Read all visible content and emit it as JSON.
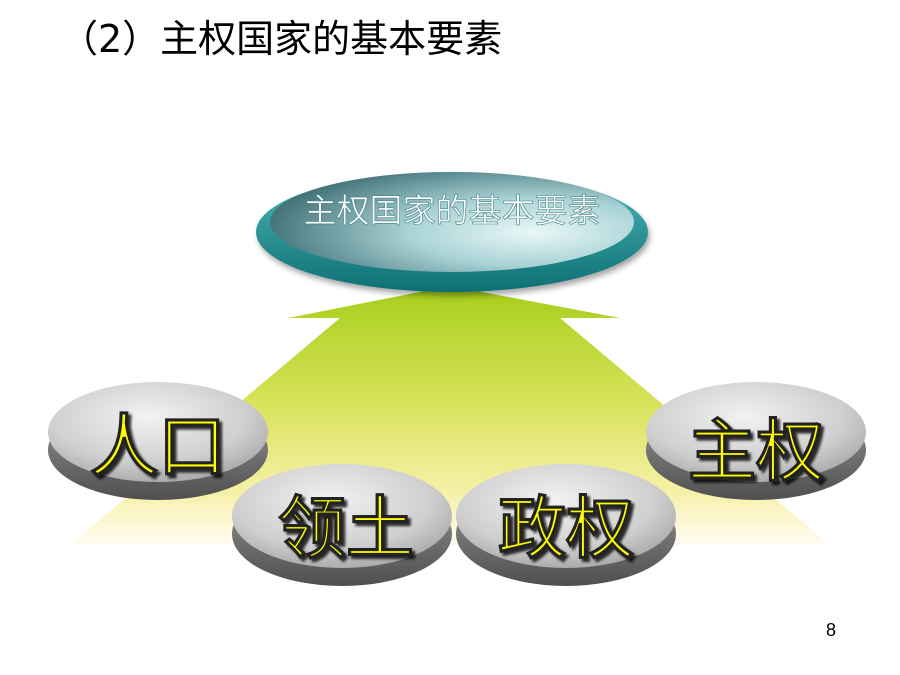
{
  "slide": {
    "title": "（2）主权国家的基本要素",
    "page_number": "8"
  },
  "diagram": {
    "center": {
      "label": "主权国家的基本要素",
      "color_light": "#d6eef0",
      "color_dark": "#1e8f92"
    },
    "elements": [
      {
        "id": "population",
        "label": "人口"
      },
      {
        "id": "territory",
        "label": "领土"
      },
      {
        "id": "government",
        "label": "政权"
      },
      {
        "id": "sovereignty",
        "label": "主权"
      }
    ],
    "colors": {
      "label_yellow": "#ffff00",
      "arrow_green": "#a6cd1a",
      "arrow_fade": "#fff7d8",
      "disc_light": "#e0e0e0",
      "disc_dark": "#7a7a7a"
    }
  }
}
